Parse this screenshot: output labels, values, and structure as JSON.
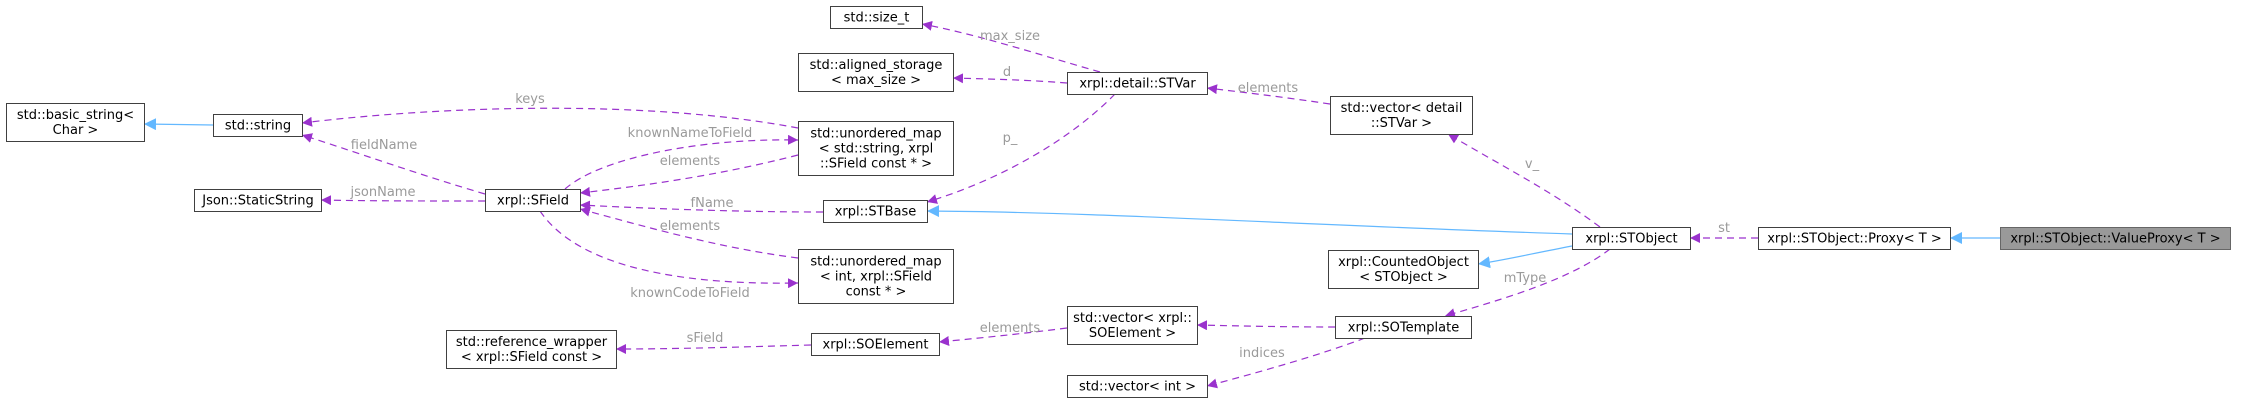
{
  "diagram": {
    "nodes": {
      "value_proxy": [
        "xrpl::STObject::ValueProxy< T >"
      ],
      "proxy": [
        "xrpl::STObject::Proxy< T >"
      ],
      "stobject": [
        "xrpl::STObject"
      ],
      "stbase": [
        "xrpl::STBase"
      ],
      "stvar": [
        "xrpl::detail::STVar"
      ],
      "size_t": [
        "std::size_t"
      ],
      "aligned_storage": [
        "std::aligned_storage",
        "< max_size >"
      ],
      "vector_stvar": [
        "std::vector< detail",
        "::STVar >"
      ],
      "counted_object": [
        "xrpl::CountedObject",
        "< STObject >"
      ],
      "sotemplate": [
        "xrpl::SOTemplate"
      ],
      "vector_soelement": [
        "std::vector< xrpl::",
        "SOElement >"
      ],
      "vector_int": [
        "std::vector< int >"
      ],
      "soelement": [
        "xrpl::SOElement"
      ],
      "reference_wrapper": [
        "std::reference_wrapper",
        "< xrpl::SField const >"
      ],
      "sfield": [
        "xrpl::SField"
      ],
      "string": [
        "std::string"
      ],
      "basic_string": [
        "std::basic_string<",
        "Char >"
      ],
      "static_string": [
        "Json::StaticString"
      ],
      "umap_string": [
        "std::unordered_map",
        "< std::string, xrpl",
        "::SField const * >"
      ],
      "umap_int": [
        "std::unordered_map",
        "< int, xrpl::SField",
        "const * >"
      ]
    },
    "edge_labels": {
      "st": "st",
      "v": "v_",
      "mtype": "mType",
      "elements_stvar": "elements",
      "max_size": "max_size",
      "d": "d",
      "p": "p_",
      "fname": "fName",
      "elements_soelement": "elements",
      "indices": "indices",
      "sfield_ref": "sField",
      "keys": "keys",
      "fieldname": "fieldName",
      "jsonname": "jsonName",
      "known_name": "knownNameToField",
      "elements_umap_string": "elements",
      "elements_umap_int": "elements",
      "known_code": "knownCodeToField"
    },
    "colors": {
      "member_edge": "#9a32cd",
      "inherit_edge": "#63b8ff",
      "focus_fill": "#999999",
      "label_text": "#9a9a9a"
    }
  }
}
